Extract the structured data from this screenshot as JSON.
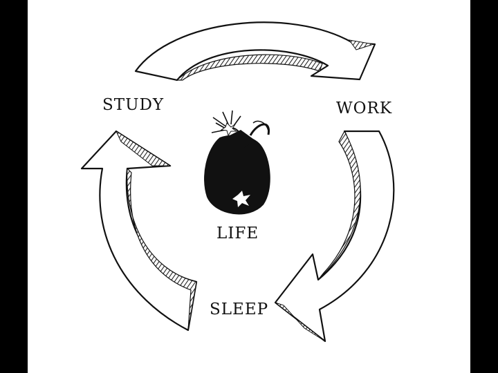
{
  "cycle": {
    "labels": {
      "study": "STUDY",
      "work": "WORK",
      "sleep": "SLEEP",
      "center": "LIFE"
    }
  },
  "colors": {
    "background": "#000000",
    "panel": "#ffffff",
    "ink": "#111111"
  },
  "icons": [
    "curved-arrow-icon",
    "bomb-icon"
  ]
}
